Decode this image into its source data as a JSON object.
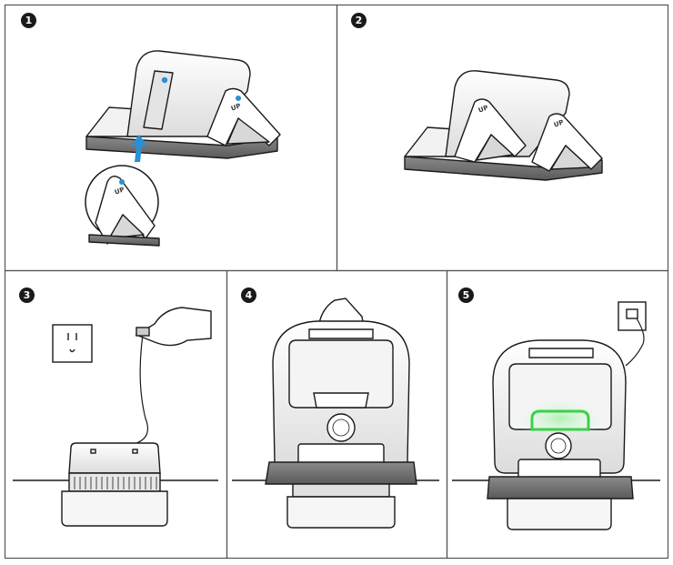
{
  "steps": [
    {
      "number": "1"
    },
    {
      "number": "2"
    },
    {
      "number": "3"
    },
    {
      "number": "4"
    },
    {
      "number": "5"
    }
  ],
  "stand_label": "UP",
  "colors": {
    "line": "#1a1a1a",
    "accent_blue": "#2a8fd6",
    "indicator_green": "#3bd14a",
    "panel_border": "#555555"
  }
}
